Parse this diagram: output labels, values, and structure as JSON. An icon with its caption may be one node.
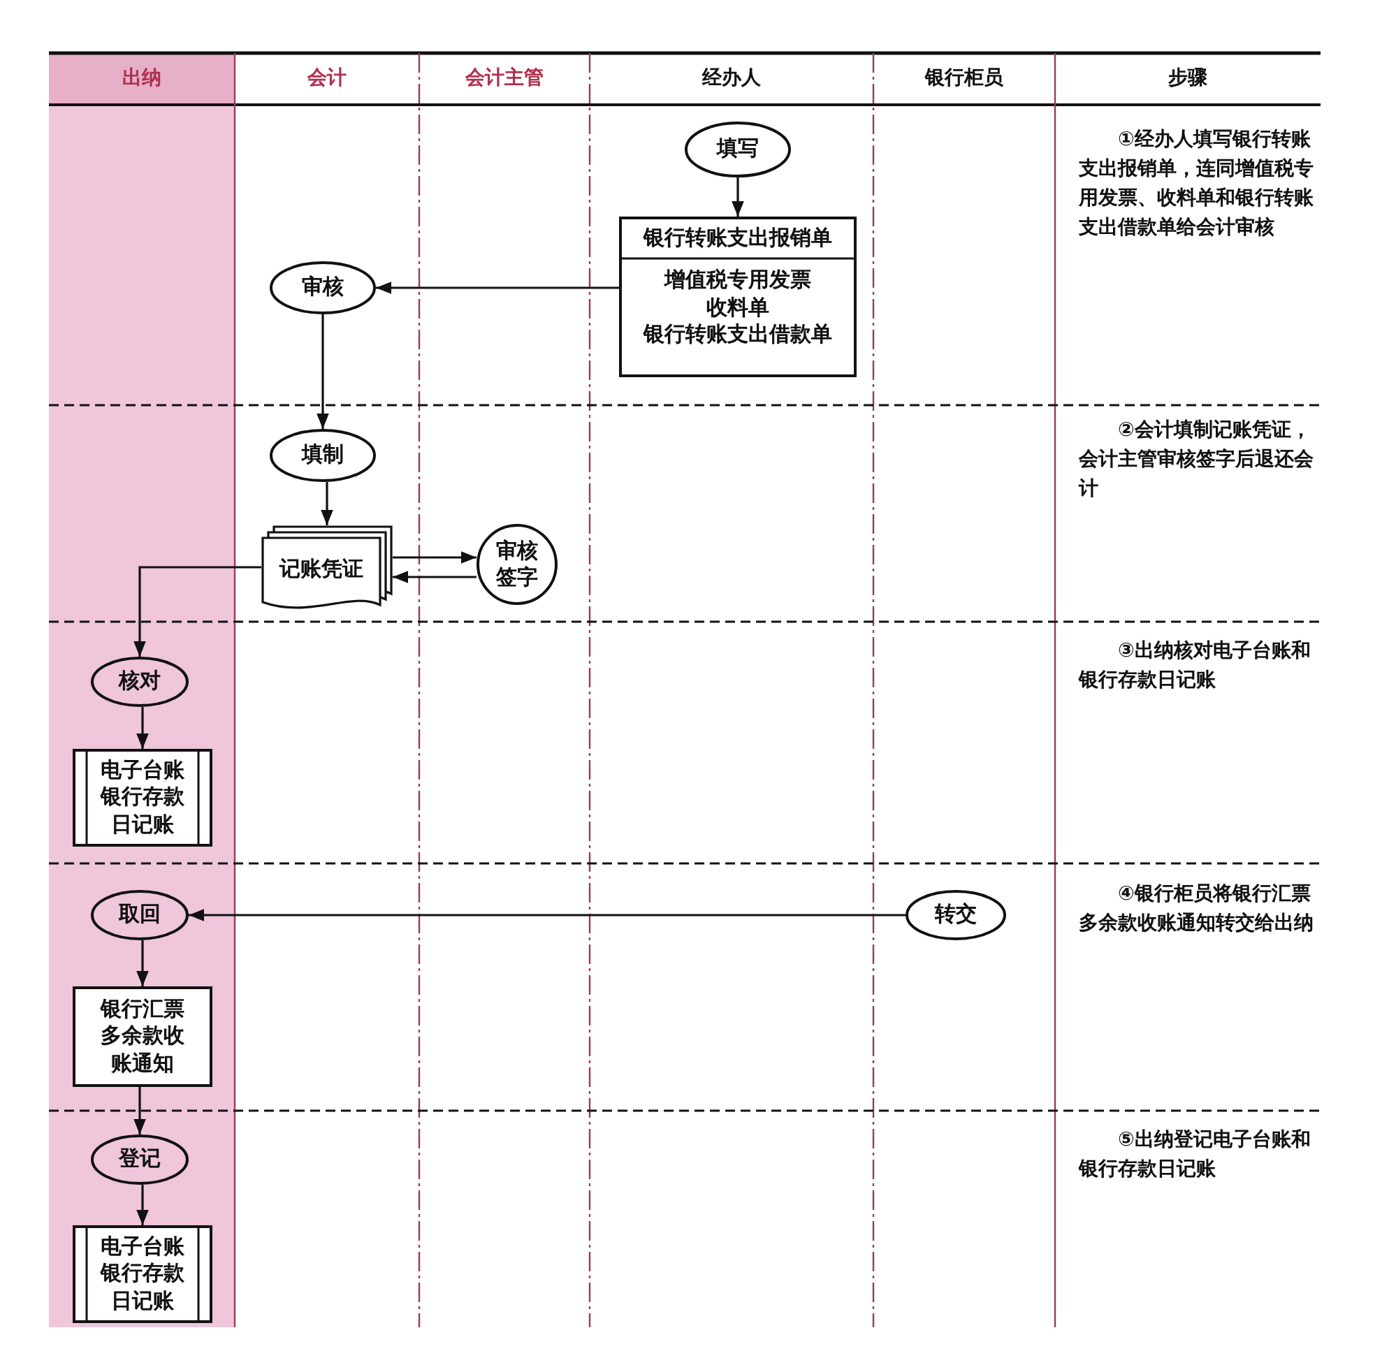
{
  "diagram": {
    "nodes": [
      {
        "text": [
          "填写"
        ]
      },
      {
        "text": [
          "银行转账支出报销单",
          "增值税专用发票",
          "收料单",
          "银行转账支出借款单"
        ]
      },
      {
        "text": [
          "审核"
        ]
      },
      {
        "text": [
          "填制"
        ]
      },
      {
        "text": [
          "记账凭证"
        ]
      },
      {
        "text": [
          "审核签字"
        ]
      },
      {
        "text": [
          "核对"
        ]
      },
      {
        "text": [
          "电子台账银行存款日记账"
        ]
      },
      {
        "text": [
          "取回"
        ]
      },
      {
        "text": [
          "银行汇票多余款收账通知"
        ]
      },
      {
        "text": [
          "转交"
        ]
      },
      {
        "text": [
          "登记"
        ]
      },
      {
        "text": [
          "电子台账银行存款日记账"
        ]
      }
    ],
    "edges": [
      {
        "from": 0,
        "to": 1,
        "arrow": "to"
      },
      {
        "from": 1,
        "to": 2,
        "arrow": "to"
      },
      {
        "from": 2,
        "to": 3,
        "arrow": "to"
      },
      {
        "from": 3,
        "to": 4,
        "arrow": "to"
      },
      {
        "from": 4,
        "to": 5,
        "arrow": "to"
      },
      {
        "from": 5,
        "to": 4,
        "arrow": "to"
      },
      {
        "from": 4,
        "to": 6,
        "arrow": "to"
      },
      {
        "from": 6,
        "to": 7,
        "arrow": "to"
      },
      {
        "from": 10,
        "to": 8,
        "arrow": "to"
      },
      {
        "from": 8,
        "to": 9,
        "arrow": "to"
      },
      {
        "from": 9,
        "to": 11,
        "arrow": "to"
      },
      {
        "from": 11,
        "to": 12,
        "arrow": "to"
      }
    ],
    "labels": [
      "出纳",
      "会计",
      "会计主管",
      "经办人",
      "银行柜员",
      "步骤",
      "①经办人填写银行转账支出报销单，连同增值税专用发票、收料单和银行转账支出借款单给会计审核",
      "②会计填制记账凭证，会计主管审核签字后退还会计",
      "③出纳核对电子台账和银行存款日记账",
      "④银行柜员将银行汇票多余款收账通知转交给出纳",
      "⑤出纳登记电子台账和银行存款日记账"
    ]
  }
}
